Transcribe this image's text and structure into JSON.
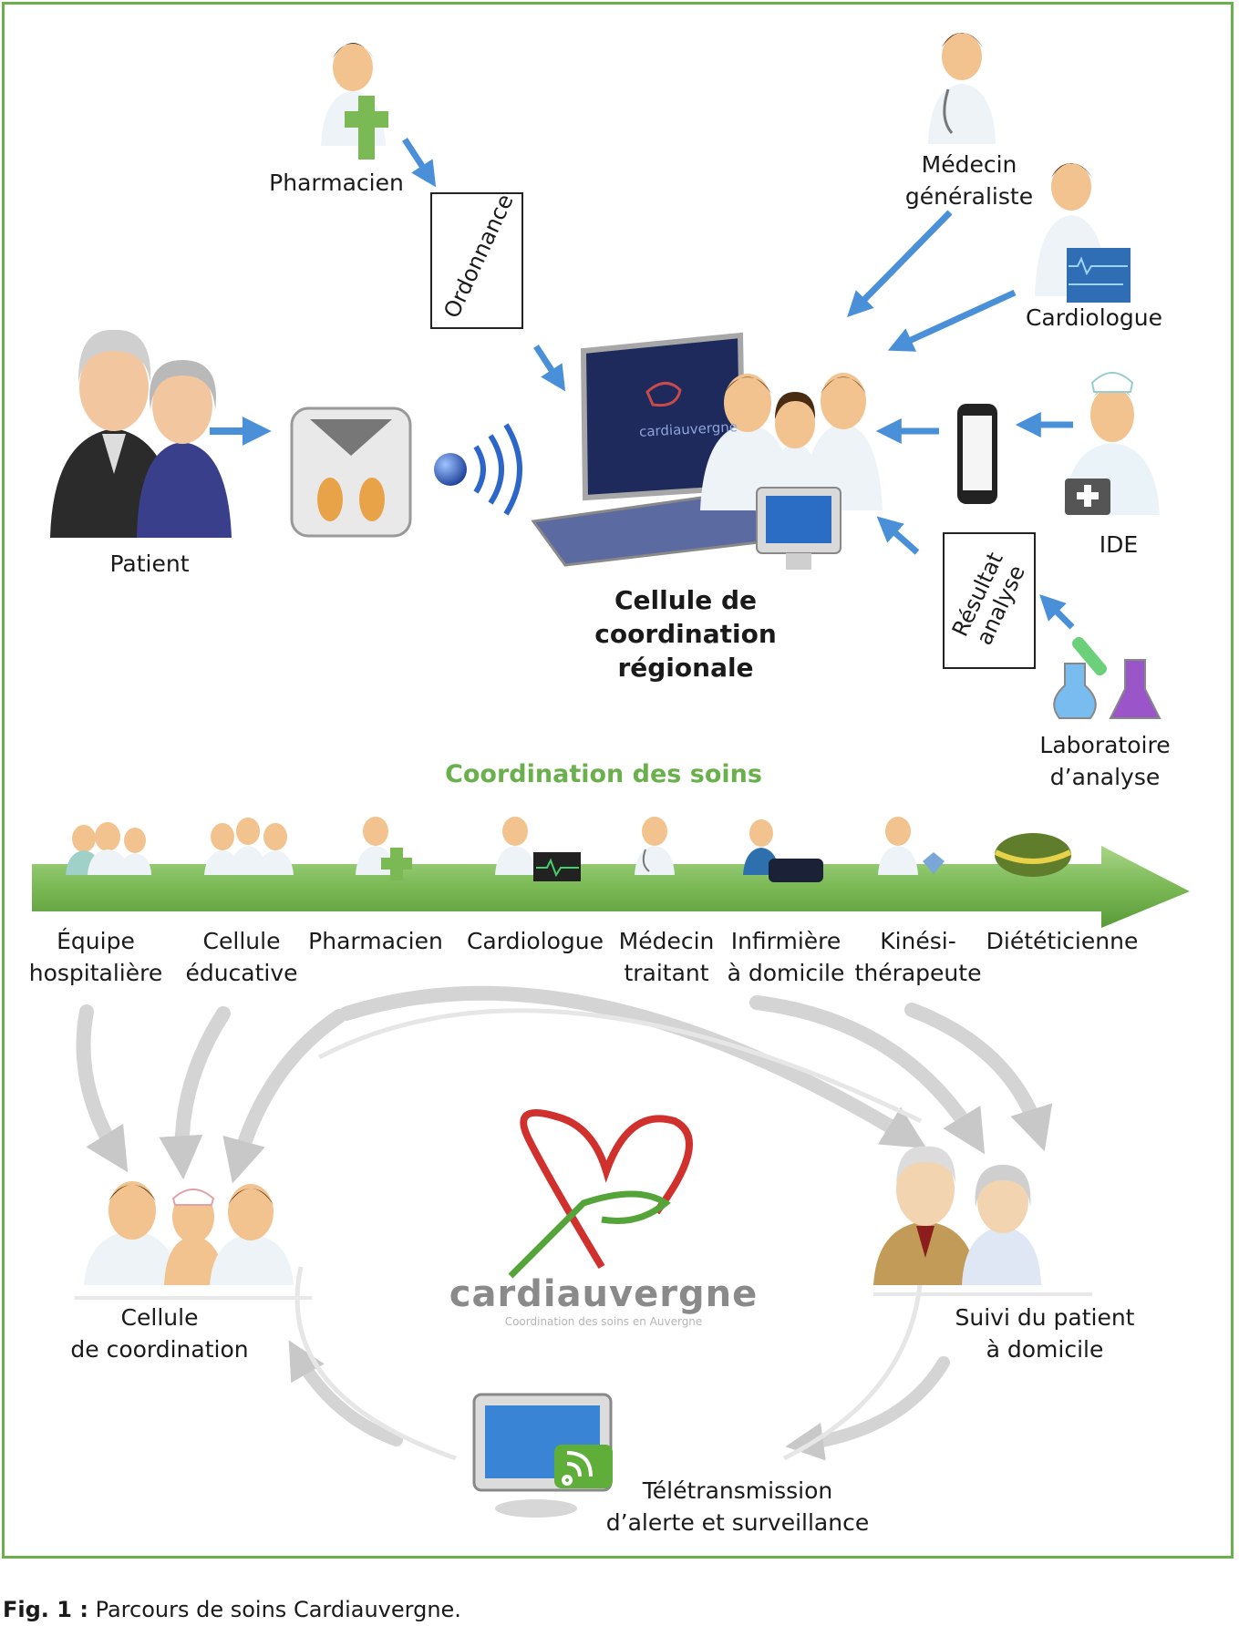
{
  "top": {
    "pharmacien": "Pharmacien",
    "ordonnance": "Ordonnance",
    "medecin": [
      "Médecin",
      "généraliste"
    ],
    "cardiologue": "Cardiologue",
    "patient": "Patient",
    "ide": "IDE",
    "cellule": [
      "Cellule de",
      "coordination",
      "régionale"
    ],
    "resultat": [
      "Résultat",
      "analyse"
    ],
    "laboratoire": [
      "Laboratoire",
      "d’analyse"
    ],
    "laptop_logo": "cardiauvergne"
  },
  "middle": {
    "title": "Coordination des soins",
    "actors": [
      [
        "Équipe",
        "hospitalière"
      ],
      [
        "Cellule",
        "éducative"
      ],
      [
        "Pharmacien",
        ""
      ],
      [
        "Cardiologue",
        ""
      ],
      [
        "Médecin",
        "traitant"
      ],
      [
        "Infirmière",
        "à domicile"
      ],
      [
        "Kinési-",
        "thérapeute"
      ],
      [
        "Diététicienne",
        ""
      ]
    ]
  },
  "bottom": {
    "cellule": [
      "Cellule",
      "de coordination"
    ],
    "suivi": [
      "Suivi du patient",
      "à domicile"
    ],
    "tele": [
      "Télétransmission",
      "d’alerte et surveillance"
    ],
    "logo": "cardiauvergne",
    "logo_tagline": "Coordination des soins en Auvergne"
  },
  "caption": {
    "prefix": "Fig. 1 :",
    "text": "Parcours de soins Cardiauvergne."
  },
  "colors": {
    "frame": "#6ab04c",
    "arrow": "#4a90d9",
    "title_green": "#6ab04c",
    "heart_red": "#d0312d"
  }
}
